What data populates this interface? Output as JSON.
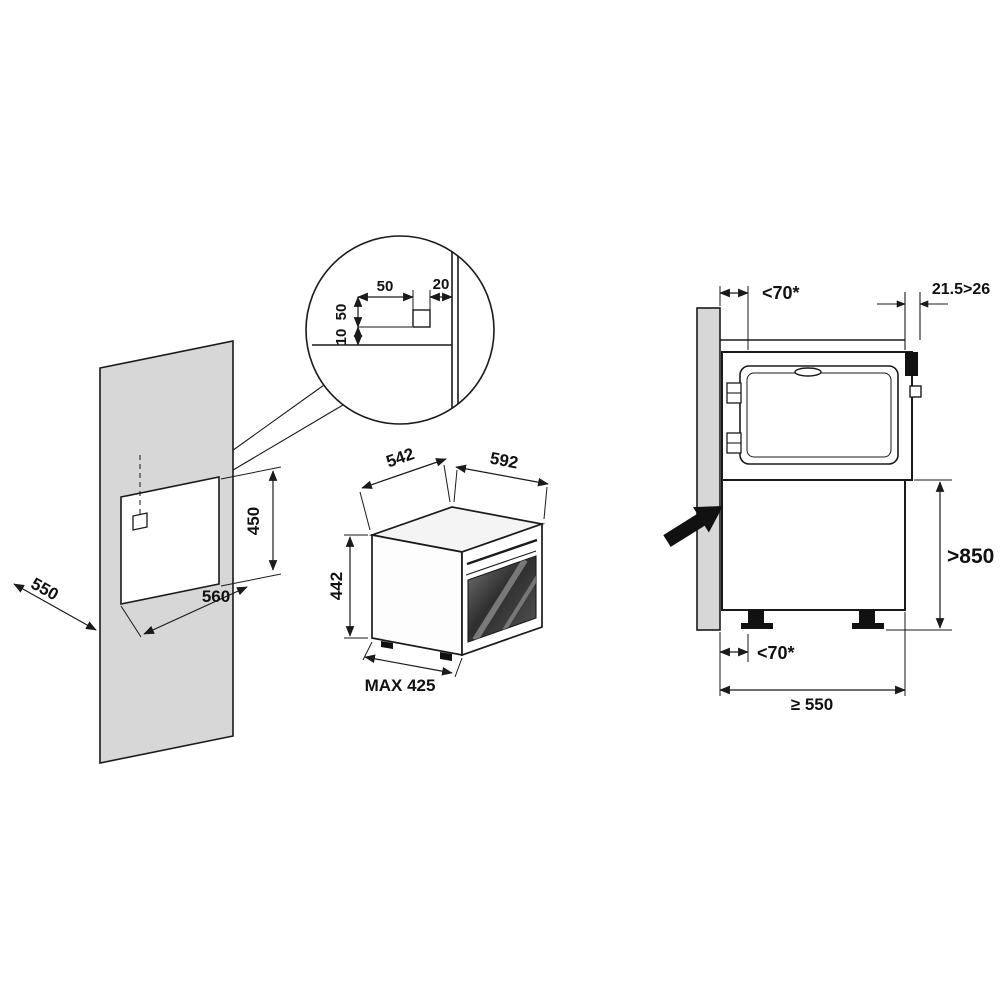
{
  "figure": {
    "type": "built-in-oven-installation-diagram",
    "colors": {
      "wall": "#d7d7d7",
      "line": "#1a1a1a",
      "glass_light": "#787878",
      "glass_dark": "#2e2e2e",
      "glass_mid": "#555555"
    },
    "labels": {
      "detail_top_width": "50",
      "detail_top_edge": "20",
      "detail_side_height": "50",
      "detail_side_offset": "10",
      "niche_height": "450",
      "niche_width": "560",
      "niche_depth": "550",
      "oven_depth": "542",
      "oven_width": "592",
      "oven_height": "442",
      "oven_max_depth": "MAX 425",
      "clearance_top": "<70*",
      "panel_thickness": "21.5>26",
      "worktop_height": ">850",
      "clearance_bottom": "<70*",
      "cabinet_depth": "≥ 550"
    }
  }
}
